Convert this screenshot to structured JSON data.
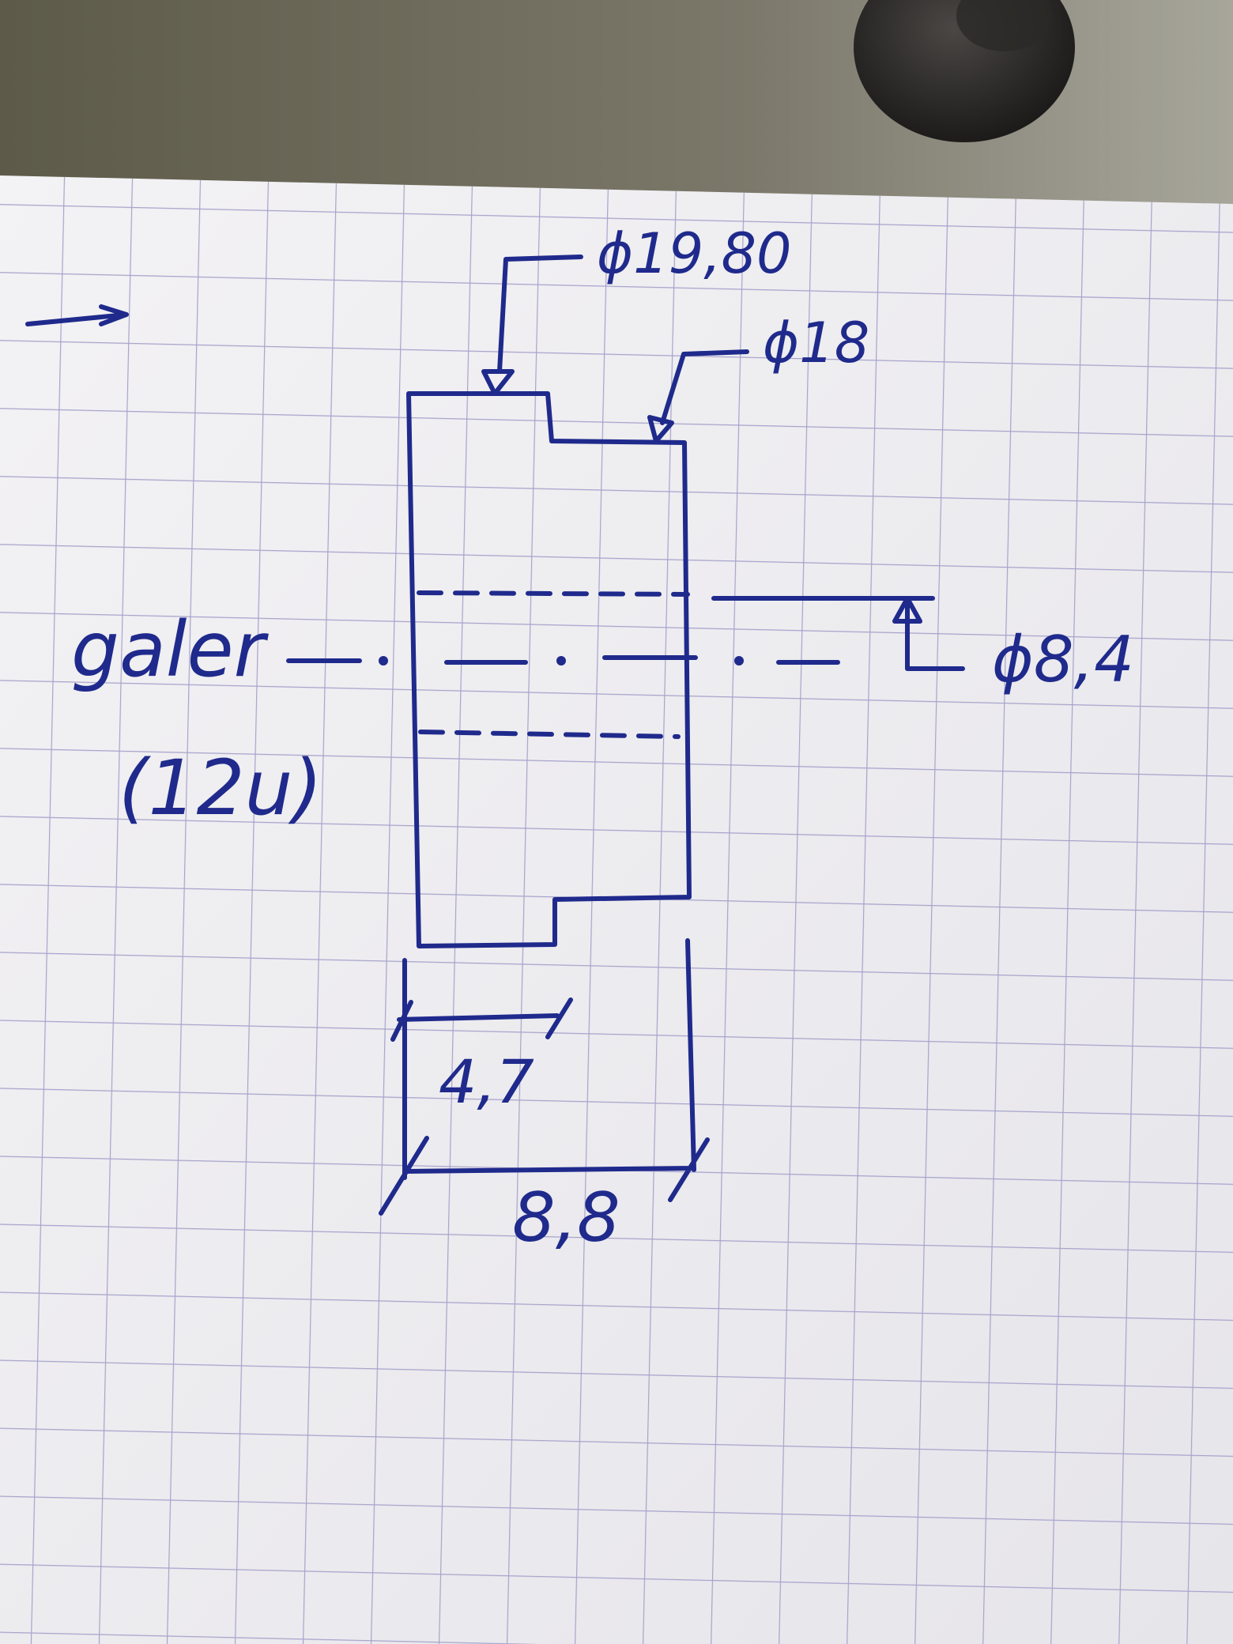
{
  "drawing": {
    "ink_color": "#1f2a8c",
    "paper_color": "#f2f1f3",
    "grid_color": "#a7a3cc",
    "labels": {
      "dia_outer": "ϕ19,80",
      "dia_step": "ϕ18",
      "dia_bore": "ϕ8,4",
      "gear_name": "galer",
      "gear_teeth": "(12u)",
      "width_step": "4,7",
      "width_total": "8,8"
    }
  }
}
